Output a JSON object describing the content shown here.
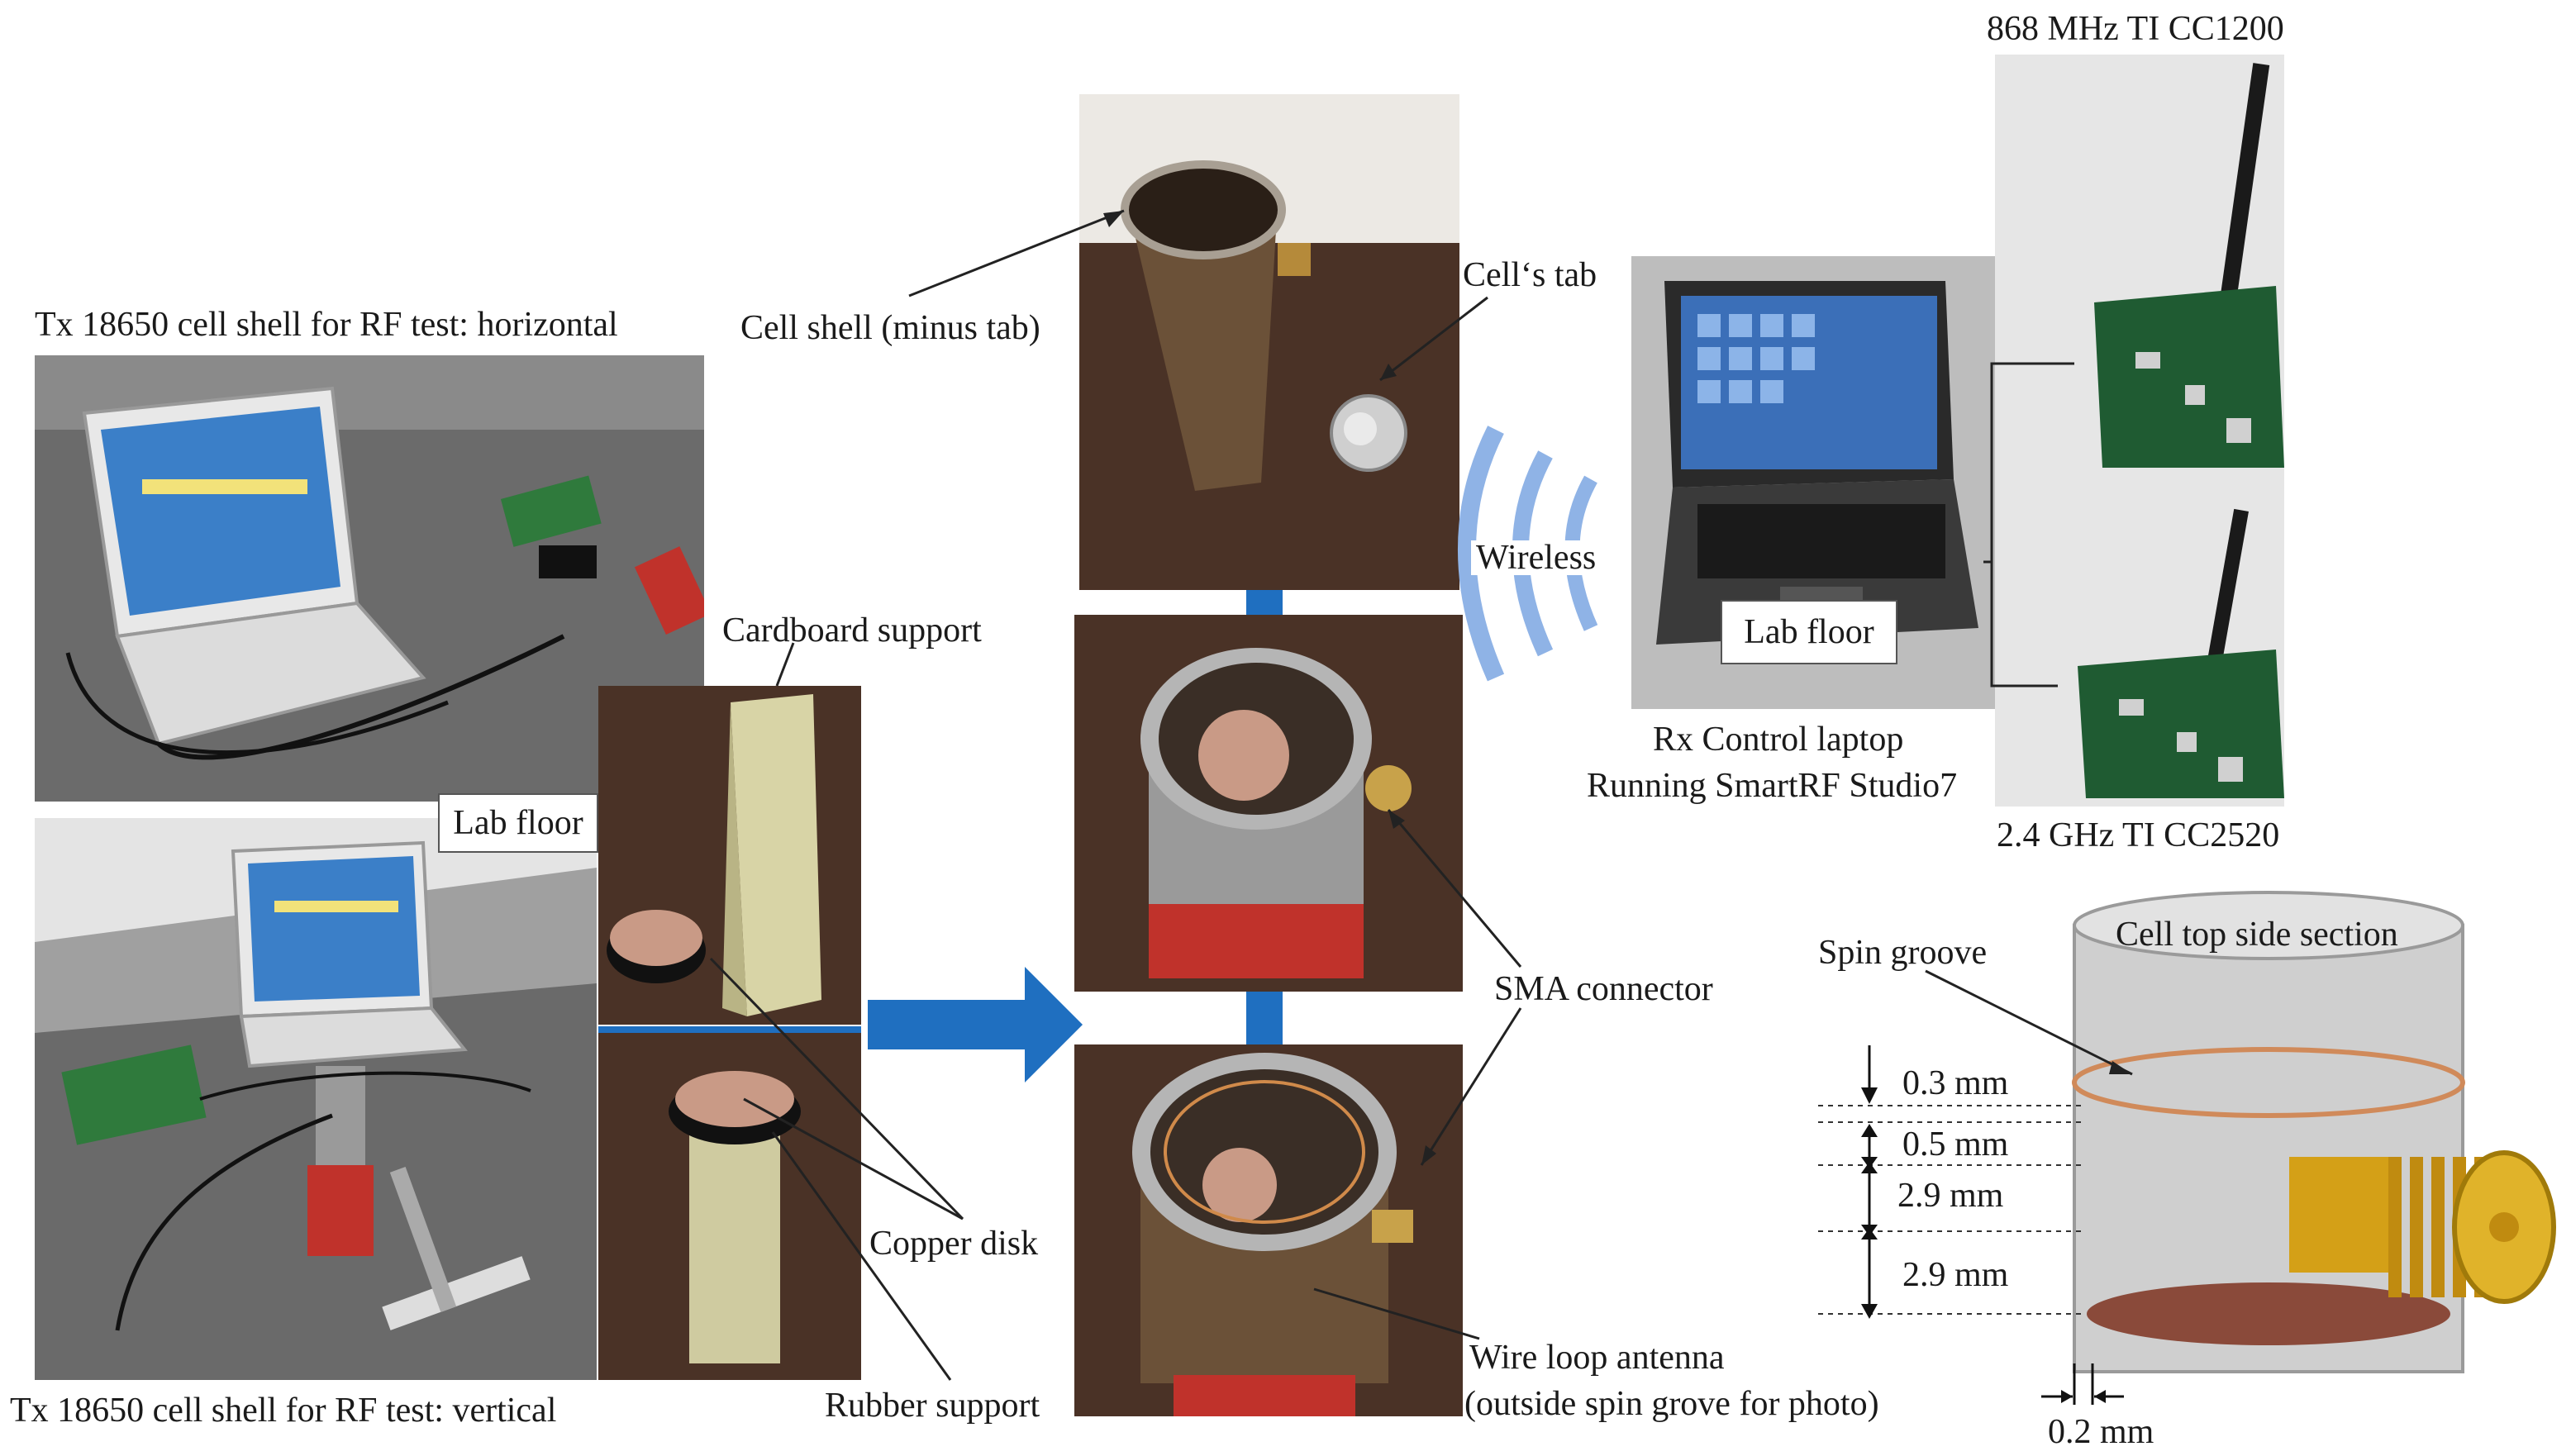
{
  "labels": {
    "tx_horizontal": "Tx 18650 cell shell for RF test: horizontal",
    "tx_vertical": "Tx 18650 cell shell for RF test: vertical",
    "lab_floor_left": "Lab floor",
    "cardboard_support": "Cardboard support",
    "copper_disk": "Copper disk",
    "rubber_support": "Rubber support",
    "cell_shell": "Cell shell (minus tab)",
    "cells_tab": "Cell‘s tab",
    "wireless": "Wireless",
    "sma_connector": "SMA connector",
    "wire_loop_1": "Wire loop antenna",
    "wire_loop_2": "(outside spin grove for photo)",
    "cc1200": "868 MHz TI CC1200",
    "cc2520": "2.4 GHz TI CC2520",
    "lab_floor_right": "Lab floor",
    "rx_1": "Rx Control laptop",
    "rx_2": "Running SmartRF Studio7",
    "spin_groove": "Spin groove",
    "cell_top": "Cell top side section",
    "dim_03": "0.3 mm",
    "dim_05": "0.5 mm",
    "dim_29a": "2.9 mm",
    "dim_29b": "2.9 mm",
    "dim_02": "0.2 mm"
  },
  "colors": {
    "arrow_blue": "#1f6fc0",
    "floor_gray": "#6e6e6e",
    "wood_brown": "#4a3226",
    "pcb_green": "#1f5b32",
    "copper": "#c47a4a",
    "sma_gold": "#d4a017"
  }
}
